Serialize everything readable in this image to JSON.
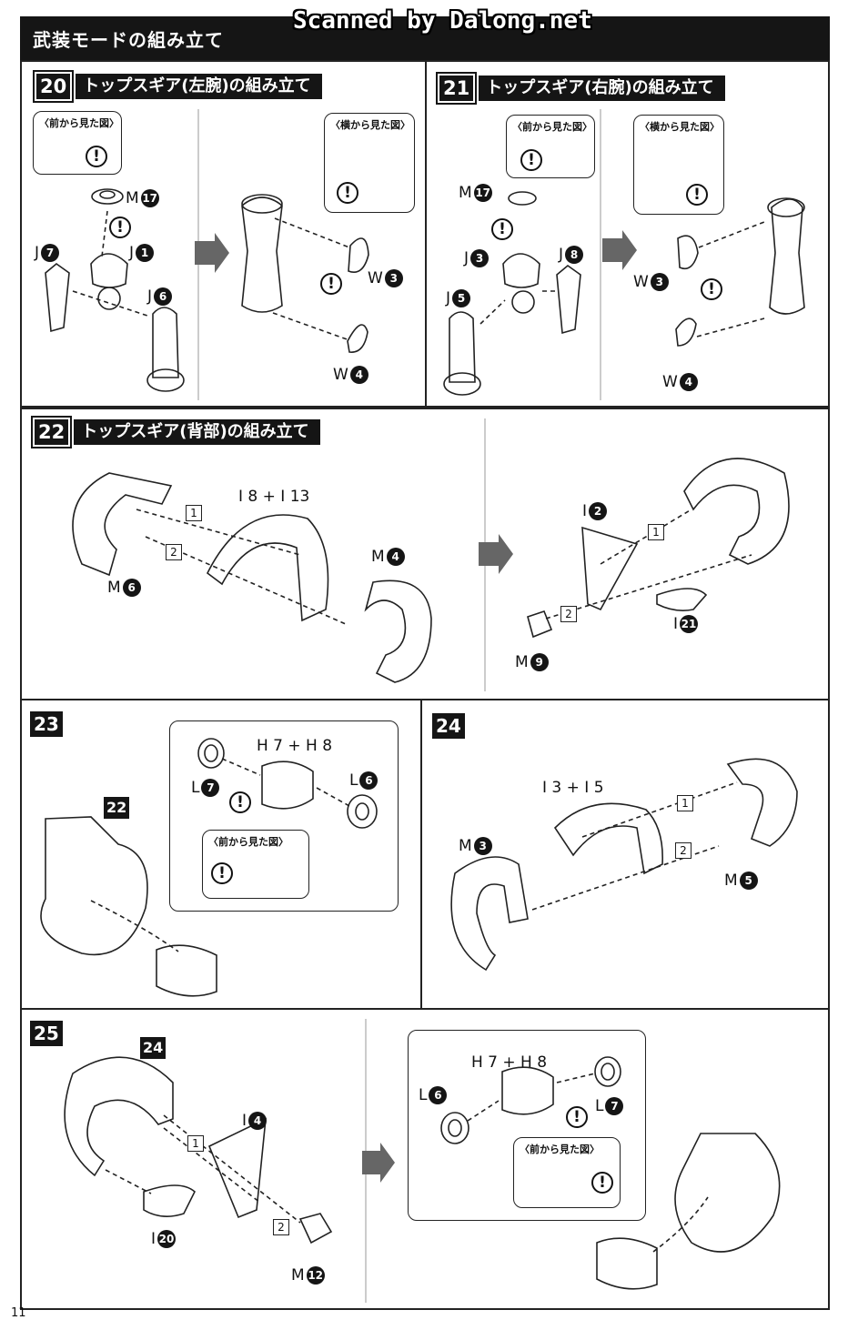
{
  "header": {
    "title": "武装モードの組み立て",
    "watermark": "Scanned by Dalong.net"
  },
  "steps": {
    "s20": {
      "number": "20",
      "title": "トップスギア(左腕)の組み立て"
    },
    "s21": {
      "number": "21",
      "title": "トップスギア(右腕)の組み立て"
    },
    "s22": {
      "number": "22",
      "title": "トップスギア(背部)の組み立て"
    },
    "s23": {
      "number": "23"
    },
    "s24": {
      "number": "24"
    },
    "s25": {
      "number": "25"
    }
  },
  "labels": {
    "front_view": "〈前から見た図〉",
    "side_view": "〈横から見た図〉"
  },
  "parts": {
    "p20": [
      {
        "l": "M",
        "n": "17"
      },
      {
        "l": "J",
        "n": "7"
      },
      {
        "l": "J",
        "n": "1"
      },
      {
        "l": "J",
        "n": "6"
      },
      {
        "l": "W",
        "n": "3"
      },
      {
        "l": "W",
        "n": "4"
      }
    ],
    "p21": [
      {
        "l": "M",
        "n": "17"
      },
      {
        "l": "J",
        "n": "3"
      },
      {
        "l": "J",
        "n": "8"
      },
      {
        "l": "J",
        "n": "5"
      },
      {
        "l": "W",
        "n": "3"
      },
      {
        "l": "W",
        "n": "4"
      }
    ],
    "p22": [
      "I 8 + I 13",
      {
        "l": "M",
        "n": "6"
      },
      {
        "l": "M",
        "n": "4"
      },
      {
        "l": "I",
        "n": "2"
      },
      {
        "l": "I",
        "n": "21"
      },
      {
        "l": "M",
        "n": "9"
      }
    ],
    "p23": [
      "H 7 + H 8",
      {
        "l": "L",
        "n": "7"
      },
      {
        "l": "L",
        "n": "6"
      },
      "22"
    ],
    "p24": [
      "I 3 + I 5",
      {
        "l": "M",
        "n": "3"
      },
      {
        "l": "M",
        "n": "5"
      }
    ],
    "p25": [
      "24",
      {
        "l": "I",
        "n": "4"
      },
      {
        "l": "I",
        "n": "20"
      },
      {
        "l": "M",
        "n": "12"
      },
      "H 7 + H 8",
      {
        "l": "L",
        "n": "6"
      },
      {
        "l": "L",
        "n": "7"
      }
    ]
  },
  "markers": {
    "one": "1",
    "two": "2"
  },
  "icons": {
    "caution": "!"
  },
  "footer": {
    "page_number": "11"
  }
}
